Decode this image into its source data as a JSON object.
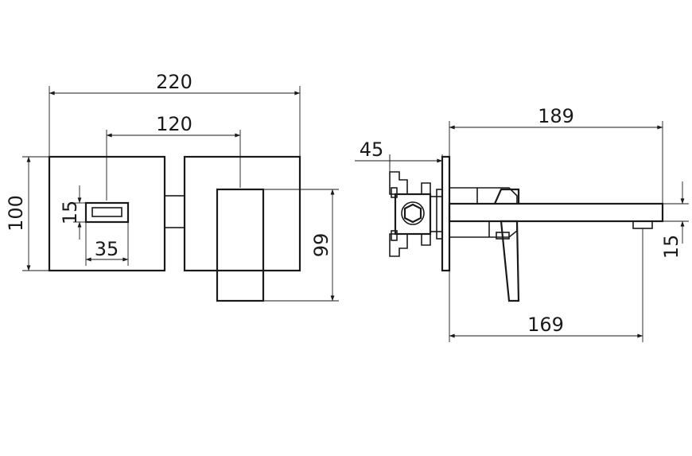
{
  "front_view": {
    "overall_width": "220",
    "center_distance": "120",
    "height": "100",
    "spout_height": "15",
    "spout_depth": "35",
    "lever_height": "99"
  },
  "side_view": {
    "overall_depth": "189",
    "body_depth": "45",
    "spout_reach": "169",
    "spout_thickness": "15"
  },
  "colors": {
    "line": "#1a1a1a",
    "background": "#ffffff"
  }
}
